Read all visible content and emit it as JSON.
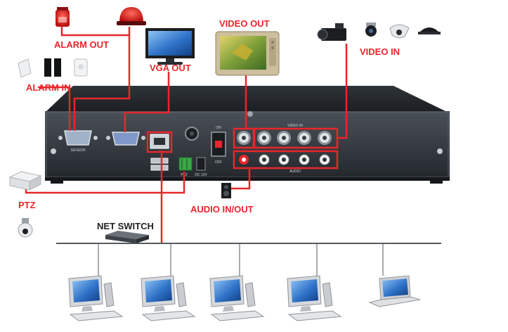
{
  "labels": {
    "alarm_out": "ALARM OUT",
    "alarm_in": "ALARM IN",
    "vga_out": "VGA OUT",
    "video_out": "VIDEO OUT",
    "video_in": "VIDEO IN",
    "ptz": "PTZ",
    "audio": "AUDIO IN/OUT",
    "net_switch": "NET SWITCH"
  },
  "panel": {
    "sensor": "SENSOR",
    "ptz": "PTZ",
    "power": "DC 12V",
    "on": "ON",
    "off": "OFF",
    "video_in": "VIDEO IN",
    "audio": "AUDIO"
  },
  "colors": {
    "connector": "#e8262b",
    "label_red": "#e8262b",
    "label_dark": "#222222",
    "dvr_panel": "#2d3238",
    "screen": "#2f72c8"
  }
}
